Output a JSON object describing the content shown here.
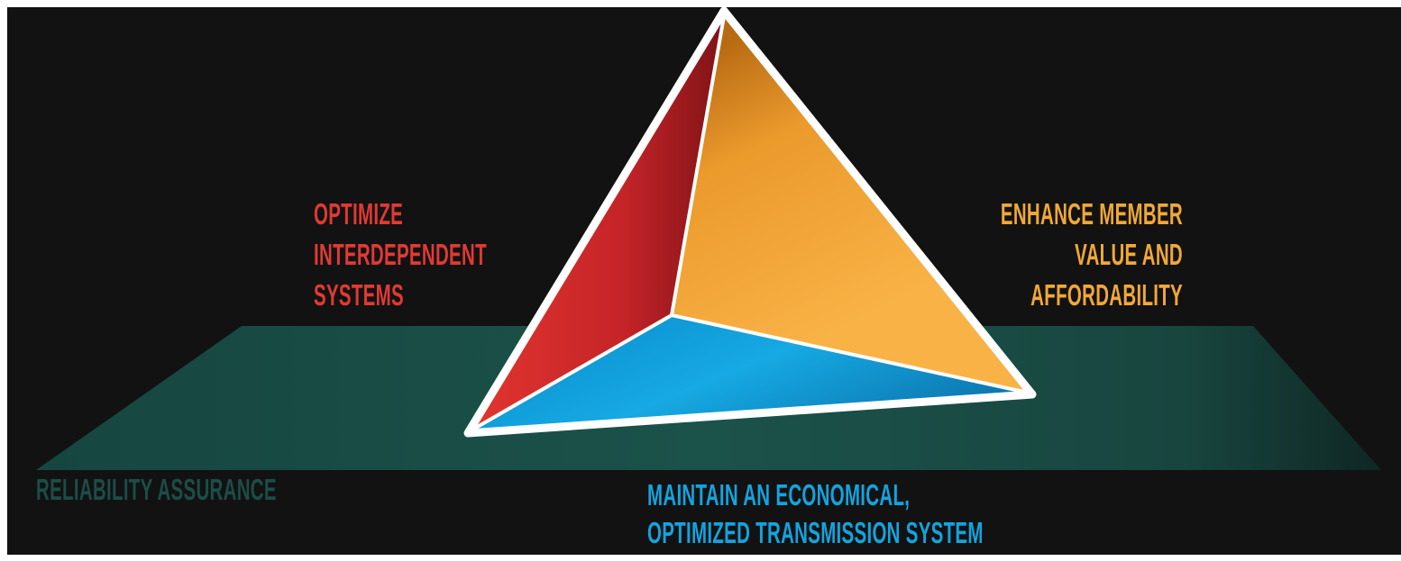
{
  "diagram": {
    "colors": {
      "background": "#121212",
      "plane": "#1a4e47",
      "red_face": "#c4282a",
      "orange_face": "#f3a63a",
      "blue_face": "#13a6e0",
      "edge": "#ffffff"
    },
    "base_label": "RELIABILITY ASSURANCE",
    "labels": {
      "left": [
        "OPTIMIZE",
        "INTERDEPENDENT",
        "SYSTEMS"
      ],
      "right": [
        "ENHANCE MEMBER",
        "VALUE AND",
        "AFFORDABILITY"
      ],
      "bottom": [
        "MAINTAIN AN ECONOMICAL,",
        "OPTIMIZED TRANSMISSION SYSTEM"
      ]
    }
  }
}
